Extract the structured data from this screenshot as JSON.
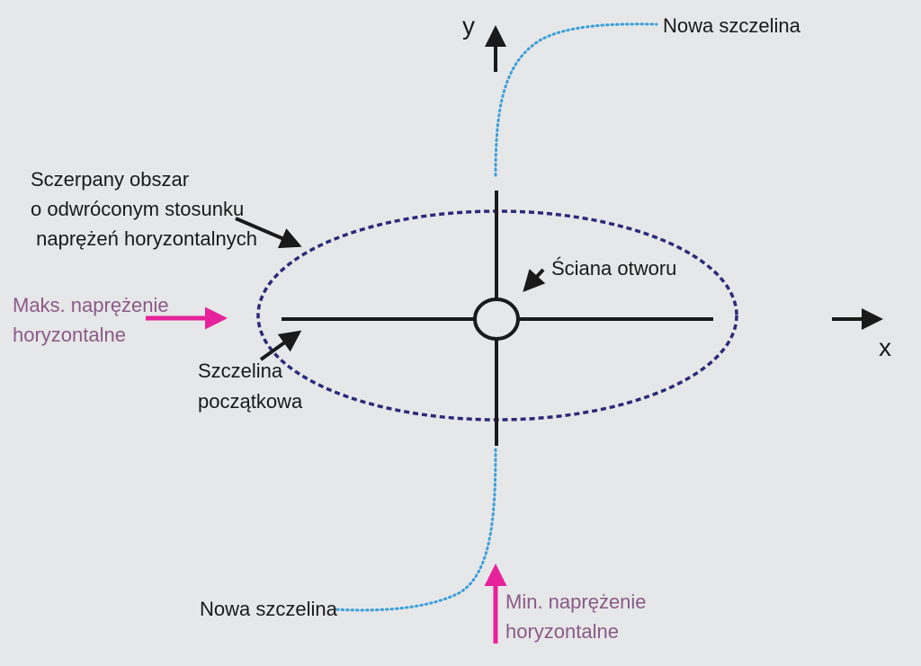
{
  "colors": {
    "background": "#e6e7e8",
    "black": "#1a1a1a",
    "ellipse": "#2b2a7a",
    "new_fracture": "#3aa0dc",
    "stress_arrow": "#e6239a",
    "stress_text": "#8a5a88"
  },
  "axes": {
    "y_label": "y",
    "x_label": "x"
  },
  "labels": {
    "new_fracture_top": "Nowa szczelina",
    "new_fracture_bottom": "Nowa szczelina",
    "depleted_zone": [
      "Sczerpany obszar",
      "o odwróconym stosunku",
      " naprężeń horyzontalnych"
    ],
    "borehole_wall": "Ściana otworu",
    "initial_fracture": [
      "Szczelina",
      "początkowa"
    ],
    "max_stress": [
      "Maks. naprężenie",
      "horyzontalne"
    ],
    "min_stress": [
      "Min. naprężenie",
      "horyzontalne"
    ]
  },
  "icons": {
    "y_axis": "arrow-up-icon",
    "x_axis": "arrow-right-icon",
    "max_stress": "arrow-right-icon",
    "min_stress": "arrow-up-icon"
  }
}
